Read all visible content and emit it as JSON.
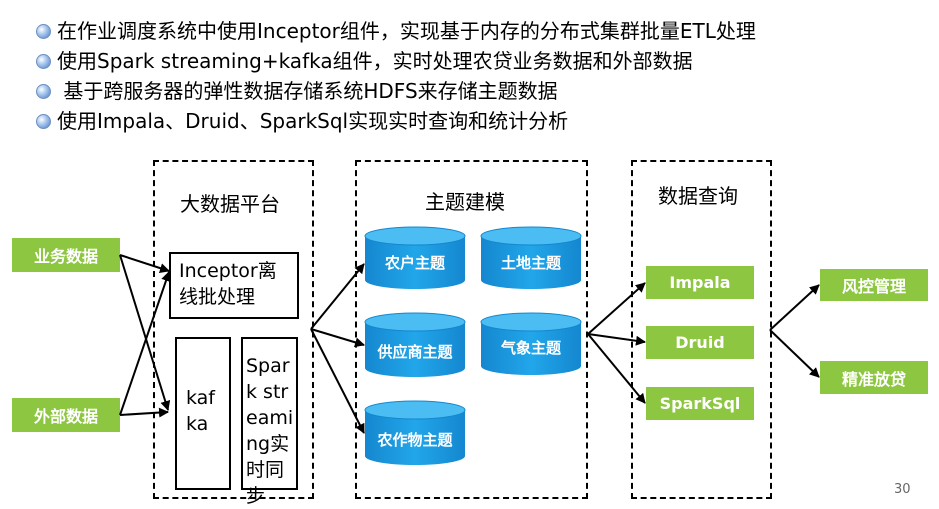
{
  "bullets": [
    "在作业调度系统中使用Inceptor组件，实现基于内存的分布式集群批量ETL处理",
    "使用Spark streaming+kafka组件，实时处理农贷业务数据和外部数据",
    " 基于跨服务器的弹性数据存储系统HDFS来存储主题数据",
    "使用Impala、Druid、SparkSql实现实时查询和统计分析"
  ],
  "sources": {
    "business": "业务数据",
    "external": "外部数据"
  },
  "platform": {
    "title": "大数据平台",
    "inceptor": "Inceptor离线批处理",
    "kafka": "kafka",
    "spark": "Spark streaming实时同步"
  },
  "modeling": {
    "title": "主题建模",
    "topics": [
      "农户主题",
      "土地主题",
      "供应商主题",
      "气象主题",
      "农作物主题"
    ]
  },
  "query": {
    "title": "数据查询",
    "engines": [
      "Impala",
      "Druid",
      "SparkSql"
    ]
  },
  "outputs": [
    "风控管理",
    "精准放贷"
  ],
  "page_number": "30",
  "colors": {
    "green": "#8dc640",
    "cylinder": "#1a9be0",
    "cylinder_top": "#3fb4f0"
  }
}
